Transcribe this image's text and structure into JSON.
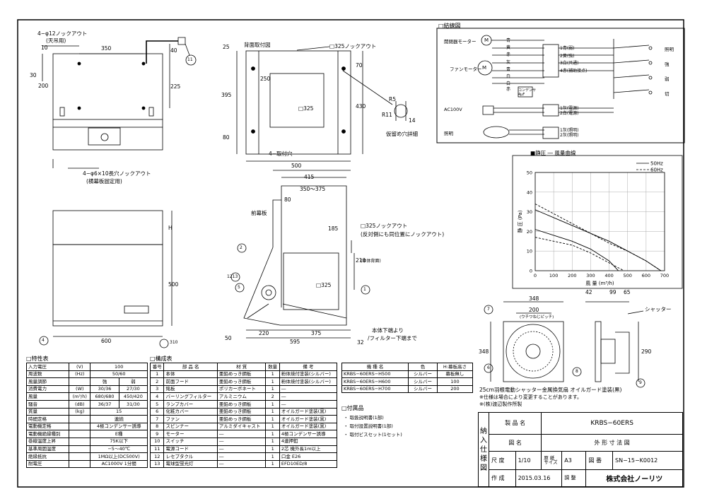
{
  "drawing": {
    "top_view": {
      "knockout_12": "4−φ12ノックアウト",
      "knockout_12_note": "(天吊用)",
      "d10": "10",
      "d350": "350",
      "d30": "30",
      "d200": "200",
      "d225": "225",
      "d40": "40",
      "knockout_slot": "4−φ6×10長穴ノックアウト",
      "knockout_slot_note": "(横幕板固定用)",
      "balloon_11": "11"
    },
    "back_view": {
      "title": "背面取付図",
      "knockout_325": "□325ノックアウト",
      "d25": "25",
      "d250": "250",
      "d70": "70",
      "d395": "395",
      "d430": "430",
      "d80": "80",
      "sq325": "□325",
      "d500": "500",
      "holes": "4−取付穴",
      "r5": "R5",
      "r11": "R11",
      "d14": "14",
      "hole_detail": "仮留め穴詳細"
    },
    "front_view": {
      "h": "H",
      "d500": "500",
      "d600": "600",
      "balloon_4": "4",
      "balloon_3_10": "310"
    },
    "side_view": {
      "d415": "415",
      "d350_375": "350〜375",
      "d80": "80",
      "front_panel": "前幕板",
      "knockout": "□325ノックアウト",
      "knockout_note": "(反対側にも同位置にノックアウト)",
      "d185": "185",
      "d210": "210",
      "d210_note": "(本体背面)",
      "sq325": "□325",
      "d320": "32",
      "d220": "220",
      "d375": "375",
      "d595": "595",
      "d50": "50",
      "note1": "本体下端より",
      "note2": "/フィルター下端まで",
      "balloon_2": "2",
      "balloon_1213": "1213",
      "balloon_5": "5",
      "balloon_1": "1"
    },
    "wiring": {
      "title": "□結線図",
      "motor1": "開閉器モーター",
      "motor2": "ファンモーター",
      "ac": "AC100V",
      "light": "照明",
      "m": "M",
      "terms1": [
        "1青(弱)",
        "2黄(強)",
        "3白(共通)",
        "4赤(補助接点)"
      ],
      "wire_colors": [
        "青",
        "黄",
        "赤",
        "灰",
        "青",
        "白",
        "白",
        "赤"
      ],
      "cap": "コンデンサ\n4μF",
      "terms2": [
        "1灰(電源)",
        "2白(電源)"
      ],
      "terms3": [
        "1灰(照明)",
        "2灰(照明)"
      ],
      "sw": [
        "照明",
        "強",
        "弱",
        "切"
      ]
    },
    "graph_title": "■静圧 ― 風量曲線",
    "front_fan": {
      "d348": "348",
      "d200": "200",
      "pcd": "(ウチワねじピッチ)",
      "d348v": "348",
      "balloon_7": "7",
      "balloon_6": "6",
      "balloon_8": "8"
    },
    "side_fan": {
      "d42": "42",
      "d99": "99",
      "d65": "65",
      "d290": "290",
      "shutter": "シャッター",
      "balloon_9": "9"
    },
    "fan_caption": "25cm羽根電動シャッター金属換気扇 オイルガード塗装(黒)",
    "fan_note1": "※仕様は場合により変更することがあります。",
    "fan_note2": "※(株)渡辺製作所製"
  },
  "chart_data": {
    "type": "line",
    "title": "■静圧 ― 風量曲線",
    "xlabel": "風 量 (m³/h)",
    "ylabel": "静 圧 (Pa)",
    "xlim": [
      0,
      700
    ],
    "ylim": [
      0,
      50
    ],
    "xticks": [
      "0",
      "100",
      "200",
      "300",
      "400",
      "500",
      "600",
      "700"
    ],
    "yticks": [
      "0",
      "10",
      "20",
      "30",
      "40",
      "50"
    ],
    "legend": "top-right",
    "series": [
      {
        "name": "50Hz",
        "style": "solid",
        "x": [
          0,
          100,
          200,
          300,
          400,
          500,
          600,
          680
        ],
        "y": [
          31,
          27,
          23,
          19,
          15,
          10,
          5,
          0
        ]
      },
      {
        "name": "60Hz",
        "style": "dashed",
        "x": [
          0,
          100,
          200,
          300,
          400,
          500,
          600,
          680
        ],
        "y": [
          34,
          29,
          24,
          19,
          14,
          10,
          5,
          0
        ]
      },
      {
        "name": "50Hz",
        "style": "solid",
        "x": [
          0,
          100,
          200,
          300,
          400,
          450
        ],
        "y": [
          21,
          18,
          15,
          11,
          5,
          0
        ]
      },
      {
        "name": "60Hz",
        "style": "dashed",
        "x": [
          0,
          100,
          200,
          300,
          400,
          480
        ],
        "y": [
          17,
          15,
          13,
          9,
          4,
          0
        ]
      }
    ]
  },
  "spec": {
    "title": "□特性表",
    "rows": [
      [
        "入力電圧",
        "(V)",
        "100",
        ""
      ],
      [
        "周波数",
        "(Hz)",
        "50/60",
        ""
      ],
      [
        "風量調節",
        "",
        "強",
        "弱"
      ],
      [
        "消費電力",
        "(W)",
        "30/36",
        "27/30"
      ],
      [
        "風量",
        "(m³/h)",
        "680/680",
        "450/420"
      ],
      [
        "騒音",
        "(dB)",
        "36/37",
        "31/30"
      ],
      [
        "質量",
        "(kg)",
        "15",
        ""
      ],
      [
        "時間定格",
        "",
        "連続",
        ""
      ],
      [
        "電動機定格",
        "",
        "4極コンデンサー誘導",
        ""
      ],
      [
        "電動機絶縁種別",
        "",
        "E種",
        ""
      ],
      [
        "巻線温度上昇",
        "",
        "75K以下",
        ""
      ],
      [
        "基準周囲温度",
        "",
        "−5〜40℃",
        ""
      ],
      [
        "絶縁抵抗",
        "",
        "1MΩ以上(DC500V)",
        ""
      ],
      [
        "耐電圧",
        "",
        "AC1000V 1分間",
        ""
      ]
    ]
  },
  "parts": {
    "title": "□構成表",
    "headers": [
      "番号",
      "部 品 名",
      "材 質",
      "数量",
      "備 考"
    ],
    "rows": [
      [
        "1",
        "本体",
        "亜鉛めっき鋼板",
        "1",
        "粉体焼付塗装(シルバー)"
      ],
      [
        "2",
        "前面フード",
        "亜鉛めっき鋼板",
        "1",
        "粉体焼付塗装(シルバー)"
      ],
      [
        "3",
        "銘板",
        "ポリカーボネート",
        "1",
        "―"
      ],
      [
        "4",
        "バーリングフィルター",
        "アルミニウム",
        "2",
        "―"
      ],
      [
        "5",
        "ランプカバー",
        "亜鉛めっき鋼板",
        "1",
        "―"
      ],
      [
        "6",
        "化粧カバー",
        "亜鉛めっき鋼板",
        "1",
        "オイルガード塗装(黒)"
      ],
      [
        "7",
        "ファン",
        "亜鉛めっき鋼板",
        "1",
        "オイルガード塗装(黒)"
      ],
      [
        "8",
        "スピンナー",
        "アルミダイキャスト",
        "1",
        "オイルガード塗装(黒)"
      ],
      [
        "9",
        "モーター",
        "―",
        "1",
        "4極コンデンサー誘導"
      ],
      [
        "10",
        "スイッチ",
        "―",
        "1",
        "4連押釦"
      ],
      [
        "11",
        "電源コード",
        "―",
        "1",
        "2芯 機外長1m以上"
      ],
      [
        "12",
        "レセプタクル",
        "―",
        "1",
        "口金 E26"
      ],
      [
        "13",
        "電球型蛍光灯",
        "―",
        "1",
        "EFD10ED/8"
      ]
    ]
  },
  "models": {
    "headers": [
      "機 種 名",
      "色",
      "H:幕板高さ"
    ],
    "rows": [
      [
        "KRBS−60ERS−H500",
        "シルバー",
        "幕板無し"
      ],
      [
        "KRBS−60ERS−H600",
        "シルバー",
        "100"
      ],
      [
        "KRBS−60ERS−H700",
        "シルバー",
        "200"
      ]
    ]
  },
  "accessories": {
    "title": "□付属品",
    "items": [
      "・ 取扱説明書(1部)",
      "・ 取付設置説明書(1部)",
      "・ 取付ビスセット(1セット)"
    ]
  },
  "title_block": {
    "side": [
      "納",
      "入",
      "仕",
      "様",
      "図"
    ],
    "product_label": "製 品 名",
    "product": "KRBS−60ERS",
    "drawing_label": "図 名",
    "drawing_name": "外 形 寸 法 図",
    "scale_label": "尺 度",
    "scale": "1/10",
    "size_label": "原 紙 サイズ",
    "size": "A3",
    "no_label": "図 番",
    "no": "SN−15−K0012",
    "made_label": "作 成",
    "date": "2015.03.16",
    "adj_label": "調 整",
    "company": "株式会社ノーリツ"
  }
}
